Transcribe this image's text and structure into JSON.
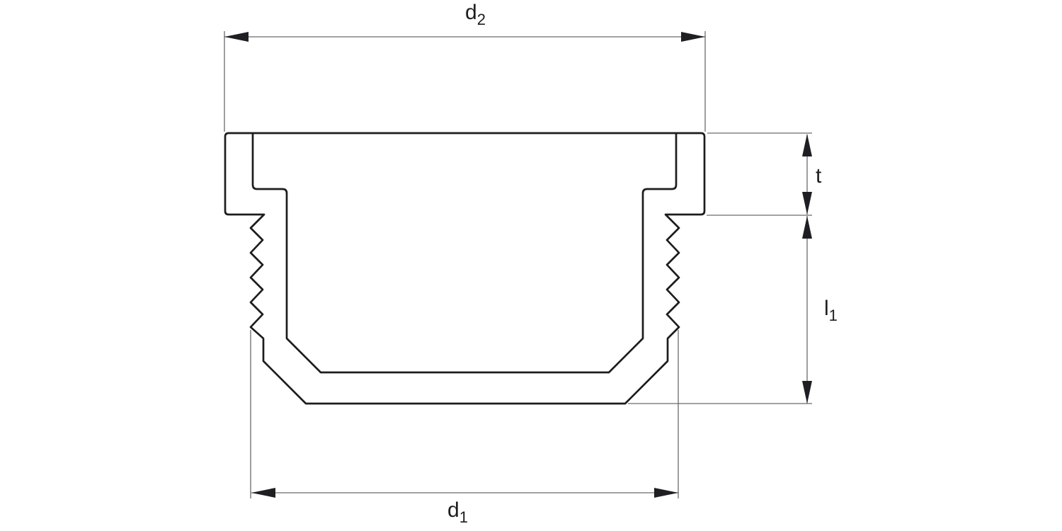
{
  "drawing": {
    "labels": {
      "d2": {
        "base": "d",
        "sub": "2"
      },
      "d1": {
        "base": "d",
        "sub": "1"
      },
      "t": {
        "base": "t",
        "sub": ""
      },
      "l1": {
        "base": "l",
        "sub": "1"
      }
    },
    "colors": {
      "background": "#ffffff",
      "outline": "#1d1d1f",
      "dimension_line": "#6a6a6a",
      "arrow": "#1e1e23",
      "label_text": "#1d1d1f"
    }
  }
}
